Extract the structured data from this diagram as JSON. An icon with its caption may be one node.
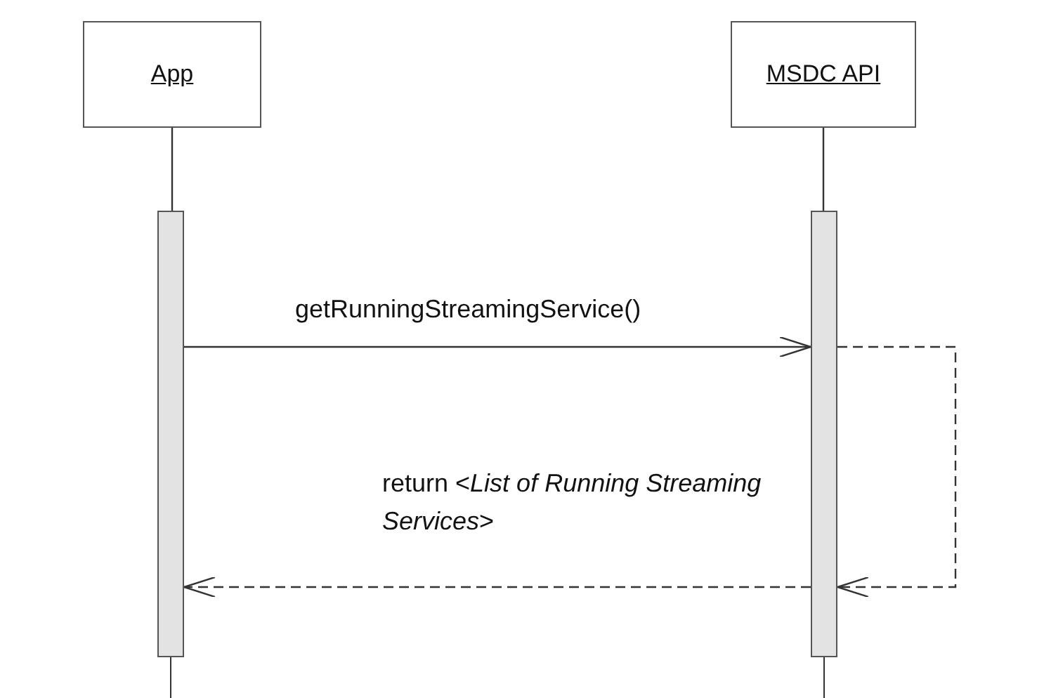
{
  "diagram": {
    "nodes": [
      {
        "text": [
          "App"
        ]
      },
      {
        "text": [
          "MSDC API"
        ]
      },
      {
        "text": [],
        "shape": "bar"
      },
      {
        "text": [],
        "shape": "bar"
      }
    ],
    "edges": [
      {
        "from": 0,
        "to": 2,
        "arrow": "none"
      },
      {
        "from": 1,
        "to": 3,
        "arrow": "none"
      },
      {
        "from": 2,
        "to": 3,
        "arrow": "to",
        "label": "getRunningStreamingService()"
      },
      {
        "from": 3,
        "to": 3,
        "arrow": "to",
        "style": "dashed"
      },
      {
        "from": 3,
        "to": 2,
        "arrow": "to",
        "style": "dashed",
        "label": "return <*List of Running Streaming Services*>"
      }
    ]
  }
}
